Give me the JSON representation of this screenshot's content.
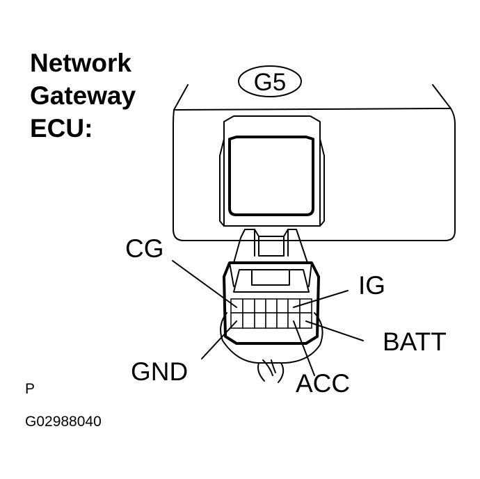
{
  "title_lines": [
    "Network",
    "Gateway",
    "ECU:"
  ],
  "connector_id": "G5",
  "pins": {
    "cg": "CG",
    "ig": "IG",
    "batt": "BATT",
    "gnd": "GND",
    "acc": "ACC"
  },
  "footer": {
    "mark": "P",
    "figure_code": "G02988040"
  }
}
